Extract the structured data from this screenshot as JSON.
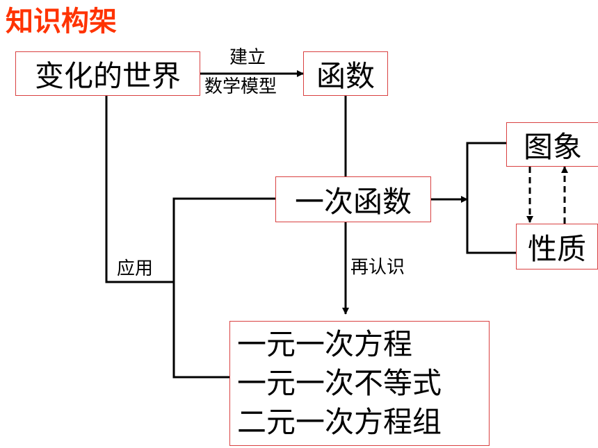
{
  "title": "知识构架",
  "colors": {
    "title": "#ff3300",
    "box_border": "#d94040",
    "line": "#000000"
  },
  "nodes": {
    "world": "变化的世界",
    "function": "函数",
    "linear_function": "一次函数",
    "graph": "图象",
    "property": "性质",
    "equations": [
      "一元一次方程",
      "一元一次不等式",
      "二元一次方程组"
    ]
  },
  "edges": {
    "model_top": "建立",
    "model_bottom": "数学模型",
    "apply": "应用",
    "recognize": "再认识"
  }
}
